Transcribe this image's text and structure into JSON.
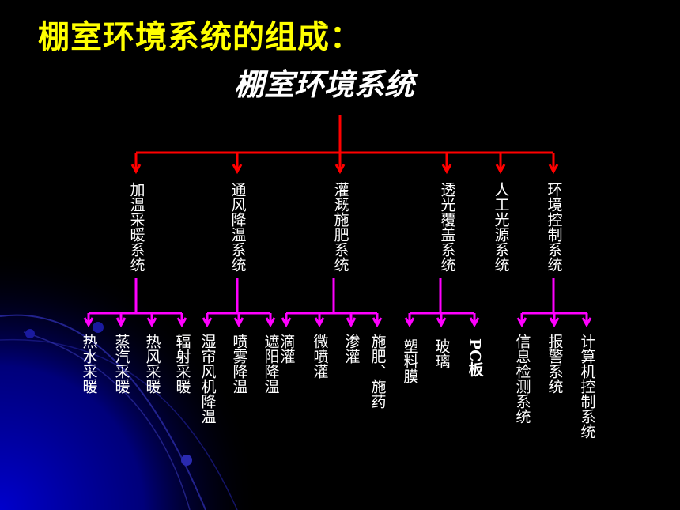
{
  "page": {
    "title": "棚室环境系统的组成：",
    "subtitle": "棚室环境系统"
  },
  "colors": {
    "background": "#000000",
    "title": "#ffff00",
    "text": "#ffffff",
    "level1_connector": "#ff0000",
    "level2_connector": "#ff00ff",
    "decor_blue": "#0000cc"
  },
  "diagram": {
    "root": "棚室环境系统",
    "categories": [
      {
        "label": "加温采暖系统",
        "children": [
          "热水采暖",
          "蒸汽采暖",
          "热风采暖",
          "辐射采暖"
        ]
      },
      {
        "label": "通风降温系统",
        "children": [
          "湿帘风机降温",
          "喷雾降温",
          "遮阳降温"
        ]
      },
      {
        "label": "灌溉施肥系统",
        "children": [
          "滴灌",
          "微喷灌",
          "渗灌",
          "施肥、施药"
        ]
      },
      {
        "label": "透光覆盖系统",
        "children": [
          "塑料膜",
          "玻璃",
          "PC板"
        ]
      },
      {
        "label": "人工光源系统",
        "children": []
      },
      {
        "label": "环境控制系统",
        "children": [
          "信息检测系统",
          "报警系统",
          "计算机控制系统"
        ]
      }
    ]
  }
}
